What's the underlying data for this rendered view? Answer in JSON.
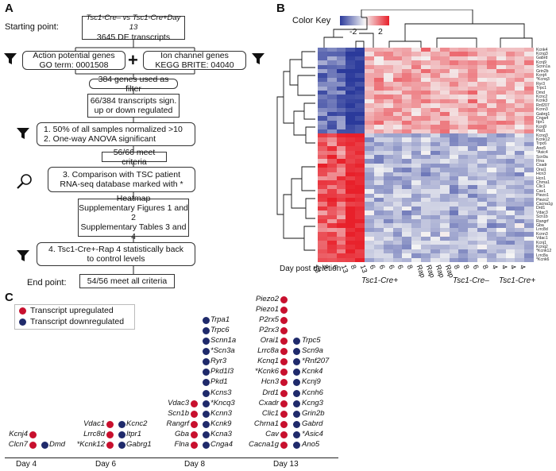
{
  "panel_a": {
    "letter": "A",
    "start_label": "Starting point:",
    "start_line1": "Tsc1-Cre– vs Tsc1-Cre+Day 13",
    "start_line2": "3645 DE transcripts",
    "ap_line1": "Action potential genes",
    "ap_line2": "GO term: 0001508",
    "ion_line1": "Ion channel genes",
    "ion_line2": "KEGG BRITE: 04040",
    "plus": "+",
    "filter384": "384 genes used as filter",
    "sig_line1": "66/384 transcripts sign.",
    "sig_line2": "up or down regulated",
    "crit_line1": "1.   50% of all samples normalized >10",
    "crit_line2": "2.   One-way ANOVA significant",
    "meet56": "56/66 meet criteria",
    "cmp_line1": "3.   Comparison with TSC patient",
    "cmp_line2": "RNA-seq database marked with *",
    "hm_line1": "Heatmap",
    "hm_line2": "Supplementary Figures 1 and 2",
    "hm_line3": "Supplementary Tables 3 and 4",
    "rap_line1": "4.   Tsc1-Cre+-Rap 4 statistically back",
    "rap_line2": "to control levels",
    "end_label": "End point:",
    "end_text": "54/56 meet all criteria"
  },
  "panel_b": {
    "letter": "B",
    "color_key_label": "Color Key",
    "color_key_ticks": [
      "-2",
      "2"
    ],
    "row_genes": [
      "Kcnk4",
      "Kcng3",
      "Gabrd",
      "Kcnj9",
      "Scnn1a",
      "Grin2b",
      "Kcnj4",
      "*Kcnq3",
      "Ryr3",
      "Trpc1",
      "Dmd",
      "Kcnc2",
      "Kcnk3",
      "Rnf207",
      "Kcnn3",
      "Gabrg1",
      "Cnga4",
      "Itpr1",
      "Kcnj9",
      "Pkd1",
      "Kcnq3",
      "Kcnk12",
      "Trpc6",
      "Ano5",
      "*Asic4",
      "Scn9a",
      "Flna",
      "Cxadr",
      "Orai1",
      "Hcn3",
      "Hcn1",
      "Chrna1",
      "Clic1",
      "Cav1",
      "Piezo1",
      "Piezo2",
      "Cacna1g",
      "Drd1",
      "Vdac3",
      "Scn1b",
      "Rangrf",
      "Gba",
      "Lrrc8d",
      "Kcnn3",
      "Vdac1",
      "Kcnj1",
      "Kcnq2",
      "*Kcnk12",
      "Lrrc8a",
      "*Kcnk6"
    ],
    "day_label": "Day post deletion",
    "col_days": [
      "13",
      "8",
      "6",
      "13",
      "8",
      "13",
      "6",
      "6",
      "6",
      "6",
      "8",
      "Rap",
      "Rap",
      "Rap",
      "Rap",
      "8",
      "8",
      "6",
      "8",
      "4",
      "4",
      "4",
      "4"
    ],
    "group_tsc_plus": "Tsc1-Cre+",
    "group_tsc_minus": "Tsc1-Cre–",
    "group_tsc_plus2": "Tsc1-Cre+",
    "colors": {
      "low": "#2b3a9b",
      "mid": "#f4f4f4",
      "high": "#e8202a"
    }
  },
  "panel_c": {
    "letter": "C",
    "legend_up": "Transcript upregulated",
    "legend_down": "Transcript downregulated",
    "up_color": "#c8102e",
    "down_color": "#1f2a6b",
    "days": [
      {
        "label": "Day 4",
        "up": [
          "Kcnj4",
          "Clcn7"
        ],
        "down": [
          "Dmd"
        ]
      },
      {
        "label": "Day 6",
        "up": [
          "Vdac1",
          "Lrrc8d",
          "*Kcnk12"
        ],
        "down": [
          "Kcnc2",
          "Itpr1",
          "Gabrg1"
        ]
      },
      {
        "label": "Day 8",
        "up": [
          "Vdac3",
          "Scn1b",
          "Rangrf",
          "Gba",
          "Flna"
        ],
        "down": [
          "Trpa1",
          "Trpc6",
          "Scnn1a",
          "*Scn3a",
          "Ryr3",
          "Pkd1l3",
          "Pkd1",
          "Kcns3",
          "*Kncq3",
          "Kcnn3",
          "Kcnk9",
          "Kcna3",
          "Cnga4"
        ]
      },
      {
        "label": "Day 13",
        "up": [
          "Piezo2",
          "Piezo1",
          "P2rx5",
          "P2rx3",
          "Orai1",
          "Lrrc8a",
          "Kcnq1",
          "*Kcnk6",
          "Hcn3",
          "Drd1",
          "Cxadr",
          "Clic1",
          "Chrna1",
          "Cav",
          "Cacna1g"
        ],
        "down": [
          "Trpc5",
          "Scn9a",
          "*Rnf207",
          "Kcnk4",
          "Kcnj9",
          "Kcnh6",
          "Kcng3",
          "Grin2b",
          "Gabrd",
          "*Asic4",
          "Ano5"
        ]
      }
    ]
  }
}
